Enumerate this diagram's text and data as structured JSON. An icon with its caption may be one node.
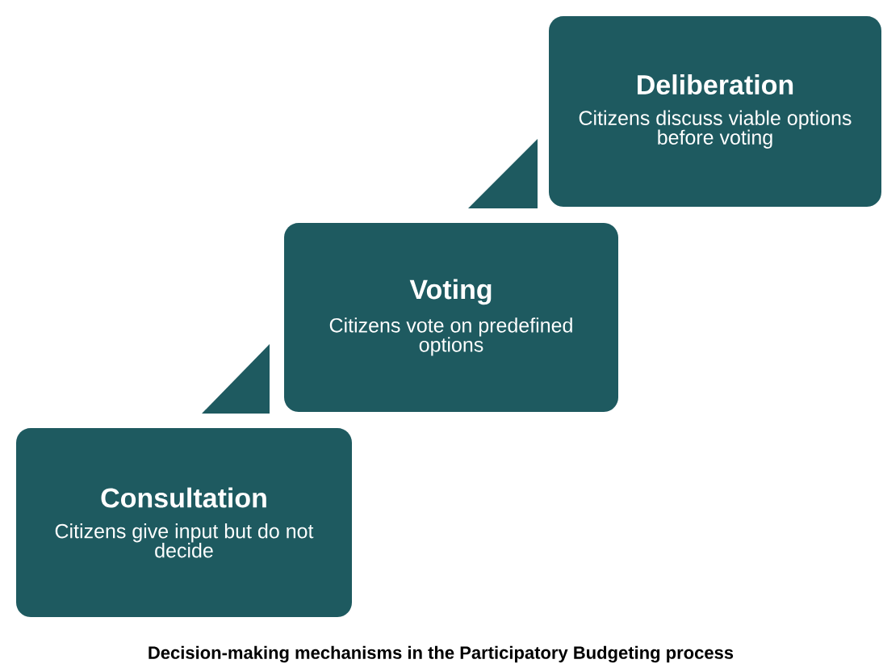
{
  "diagram": {
    "caption": "Decision-making mechanisms in the Participatory Budgeting process",
    "nodes": [
      {
        "text": [
          "Consultation",
          "Citizens give input but do not decide"
        ]
      },
      {
        "text": [
          "Voting",
          "Citizens vote on predefined options"
        ]
      },
      {
        "text": [
          "Deliberation",
          "Citizens discuss viable options before voting"
        ]
      }
    ]
  }
}
